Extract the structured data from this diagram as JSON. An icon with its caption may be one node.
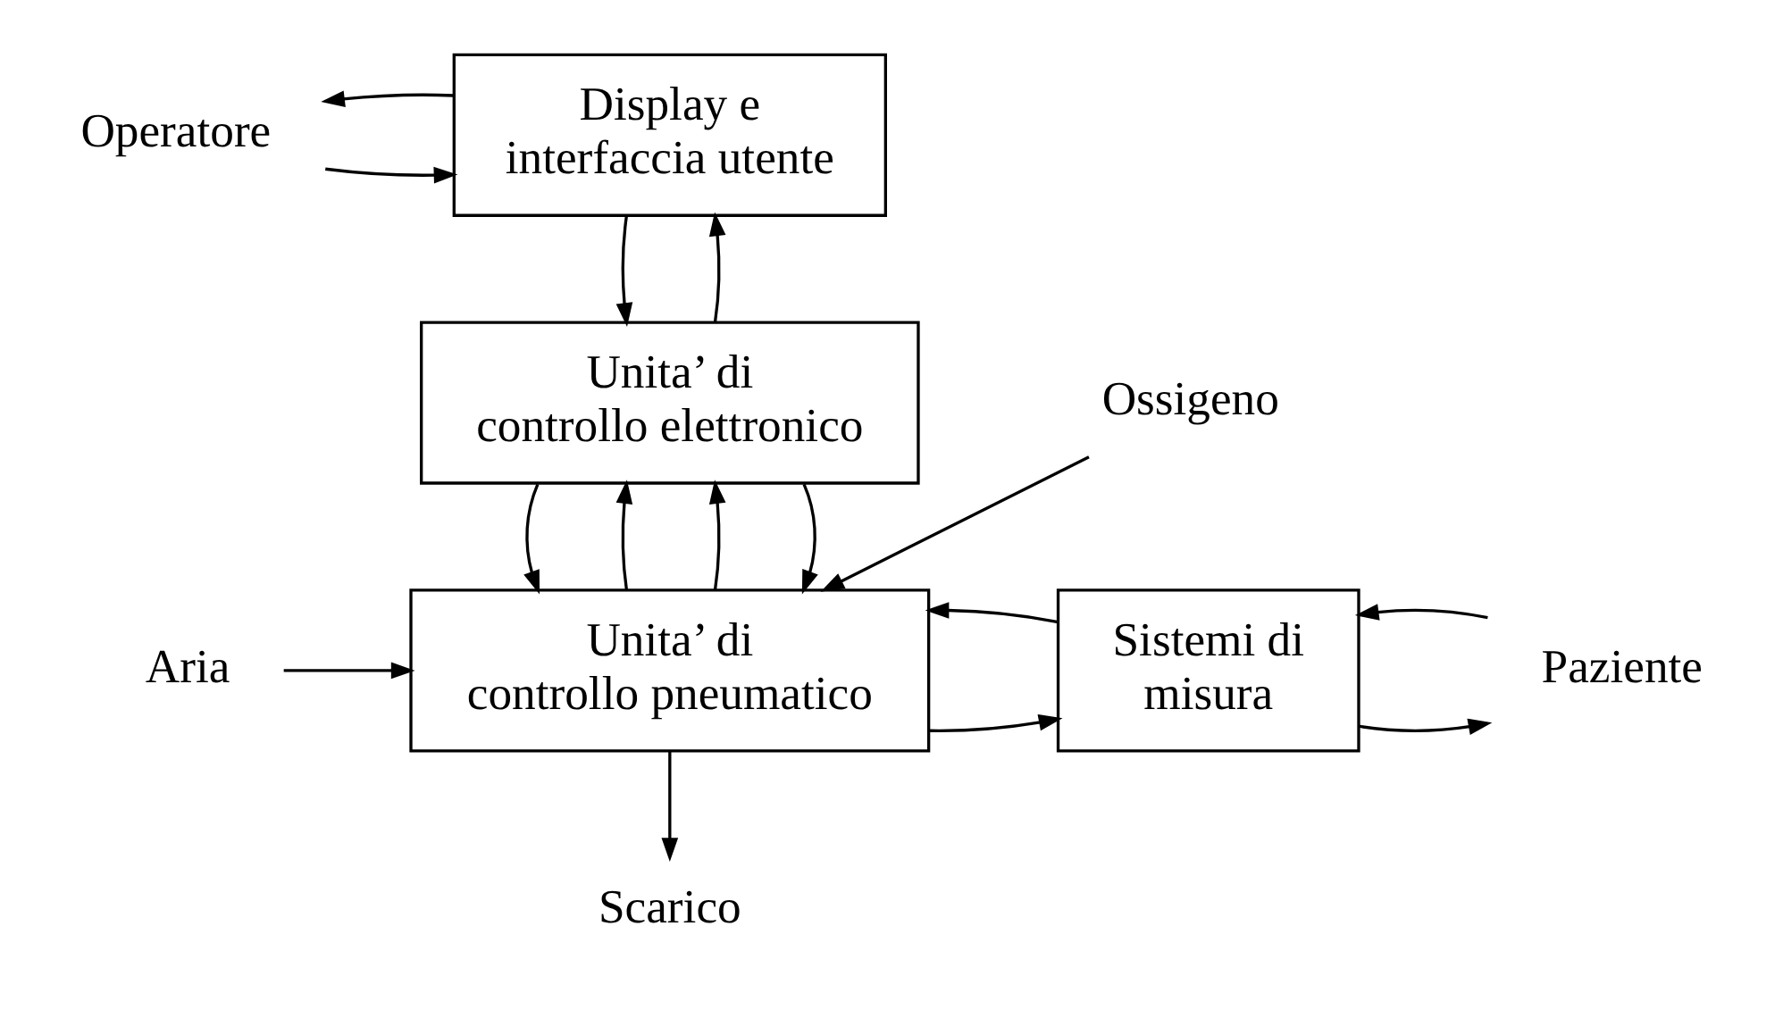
{
  "diagram": {
    "nodes": [
      {
        "text": [
          "Operatore"
        ]
      },
      {
        "text": [
          "Display e interfaccia utente"
        ]
      },
      {
        "text": [
          "Unita’ di controllo elettronico"
        ]
      },
      {
        "text": [
          "Ossigeno"
        ]
      },
      {
        "text": [
          "Aria"
        ]
      },
      {
        "text": [
          "Unita’ di controllo pneumatico"
        ]
      },
      {
        "text": [
          "Sistemi di misura"
        ]
      },
      {
        "text": [
          "Paziente"
        ]
      },
      {
        "text": [
          "Scarico"
        ]
      }
    ],
    "edges": [
      {
        "from": 0,
        "to": 1,
        "arrow": "to"
      },
      {
        "from": 1,
        "to": 0,
        "arrow": "to"
      },
      {
        "from": 2,
        "to": 1,
        "arrow": "to"
      },
      {
        "from": 1,
        "to": 2,
        "arrow": "to"
      },
      {
        "from": 3,
        "to": 5,
        "arrow": "to"
      },
      {
        "from": 5,
        "to": 2,
        "arrow": "to"
      },
      {
        "from": 2,
        "to": 5,
        "arrow": "to"
      },
      {
        "from": 5,
        "to": 2,
        "arrow": "to"
      },
      {
        "from": 2,
        "to": 5,
        "arrow": "to"
      },
      {
        "from": 4,
        "to": 5,
        "arrow": "to"
      },
      {
        "from": 5,
        "to": 6,
        "arrow": "to"
      },
      {
        "from": 6,
        "to": 5,
        "arrow": "to"
      },
      {
        "from": 6,
        "to": 7,
        "arrow": "to"
      },
      {
        "from": 7,
        "to": 6,
        "arrow": "to"
      },
      {
        "from": 5,
        "to": 8,
        "arrow": "to"
      }
    ]
  }
}
